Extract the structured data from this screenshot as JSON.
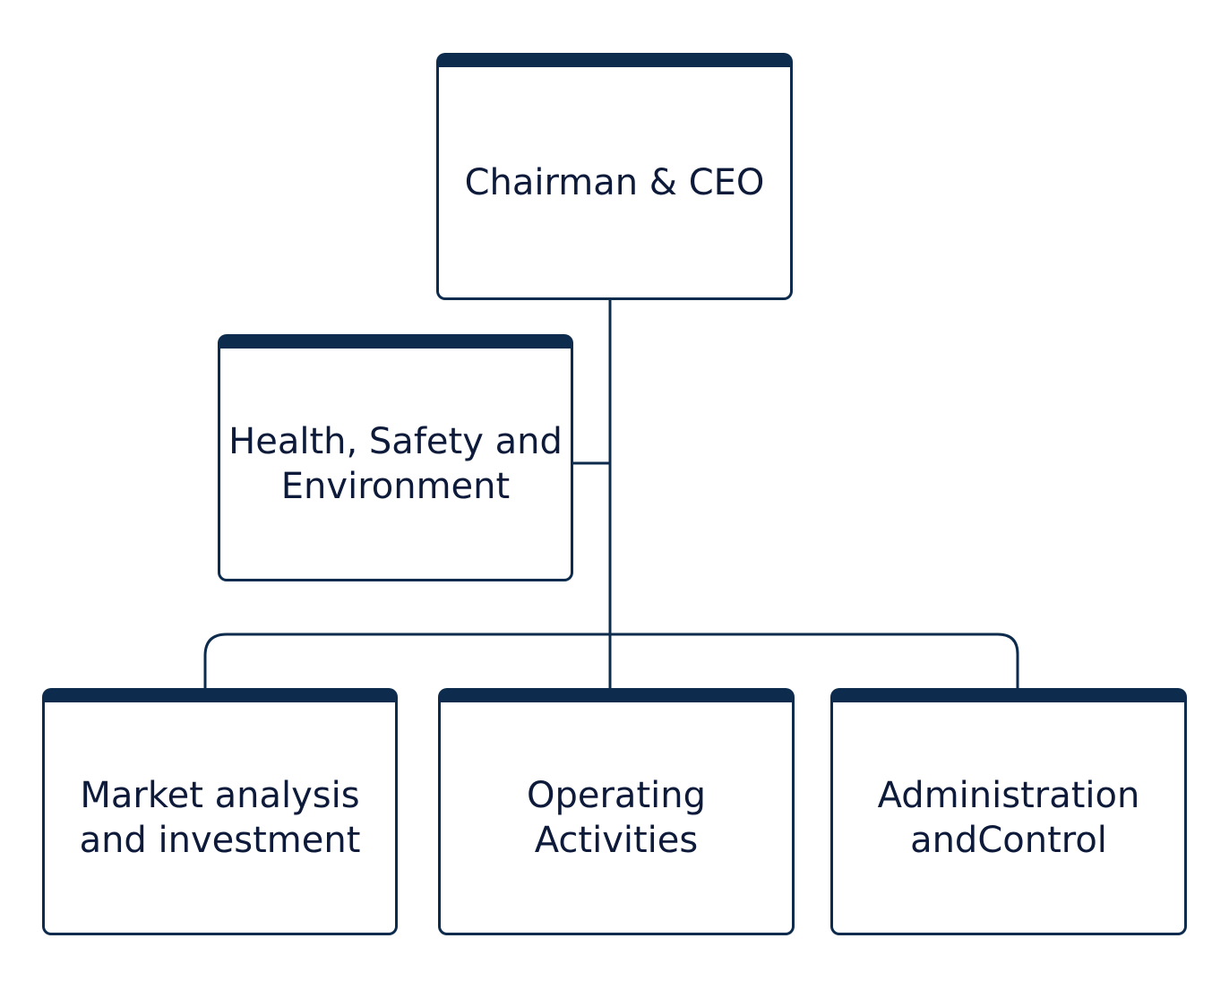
{
  "colors": {
    "frame": "#0d2b4c",
    "text": "#0d1a3a",
    "background": "#ffffff"
  },
  "nodes": {
    "ceo": {
      "label": "Chairman & CEO"
    },
    "hse": {
      "label": "Health, Safety and\nEnvironment"
    },
    "market": {
      "label": "Market analysis\nand investment"
    },
    "operating": {
      "label": "Operating\nActivities"
    },
    "admin": {
      "label": "Administration\nandControl"
    }
  },
  "edges": [
    {
      "from": "ceo",
      "to": "hse"
    },
    {
      "from": "ceo",
      "to": "market"
    },
    {
      "from": "ceo",
      "to": "operating"
    },
    {
      "from": "ceo",
      "to": "admin"
    }
  ]
}
